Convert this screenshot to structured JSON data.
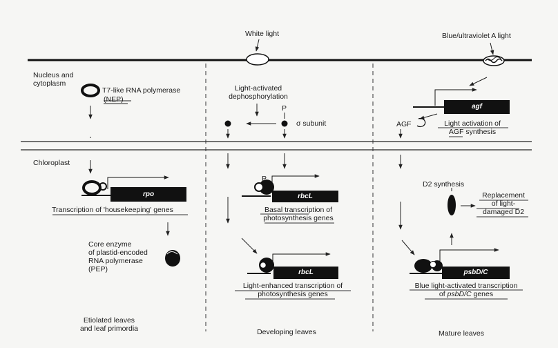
{
  "signals": {
    "white_light": "White light",
    "blue_uva_light": "Blue/ultraviolet A light"
  },
  "compartments": {
    "nucleus_cytoplasm": "Nucleus and\ncytoplasm",
    "chloroplast": "Chloroplast"
  },
  "left": {
    "nep_label": "T7-like RNA polymerase",
    "nep_abbrev": "(NEP)",
    "gene_rpo": "rpo",
    "transcription_label": "Transcription of 'housekeeping' genes",
    "pep_label": "Core enzyme\nof plastid-encoded\nRNA polymerase\n(PEP)",
    "stage": "Etiolated leaves\nand leaf primordia"
  },
  "middle": {
    "dephos_label": "Light-activated\ndephosphorylation",
    "p_marker": "P",
    "sigma_label": "σ subunit",
    "p_marker_2": "P",
    "gene_rbcl_1": "rbcL",
    "basal_label": "Basal transcription of\nphotosynthesis genes",
    "gene_rbcl_2": "rbcL",
    "enhanced_label": "Light-enhanced transcription of\nphotosynthesis genes",
    "stage": "Developing leaves"
  },
  "right": {
    "gene_agf": "agf",
    "agf_activation_label": "Light activation of\nAGF synthesis",
    "agf_label": "AGF",
    "d2_synthesis_label": "D2 synthesis",
    "replacement_label": "Replacement\nof light-\ndamaged D2",
    "gene_psbdc": "psbD/C",
    "blue_transcription_label_1": "Blue light-activated transcription",
    "blue_transcription_label_2": "of",
    "blue_transcription_gene": "psbD/C",
    "blue_transcription_label_3": "genes",
    "stage": "Mature leaves"
  }
}
